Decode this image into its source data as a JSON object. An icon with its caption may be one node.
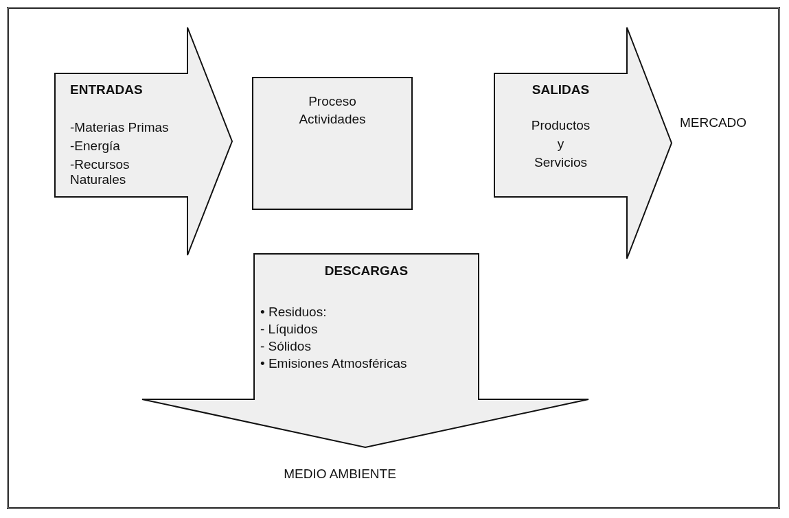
{
  "diagram": {
    "nodes": [
      {
        "text": [
          "ENTRADAS",
          "-Materias Primas",
          "-Energía",
          "-Recursos Naturales"
        ]
      },
      {
        "text": [
          "Proceso",
          "Actividades"
        ]
      },
      {
        "text": [
          "SALIDAS",
          "Productos",
          "y",
          "Servicios"
        ]
      },
      {
        "text": [
          "MERCADO"
        ]
      },
      {
        "text": [
          "DESCARGAS",
          "• Residuos:",
          "- Líquidos",
          "- Sólidos",
          "• Emisiones Atmosféricas"
        ]
      },
      {
        "text": [
          "MEDIO AMBIENTE"
        ]
      }
    ]
  }
}
